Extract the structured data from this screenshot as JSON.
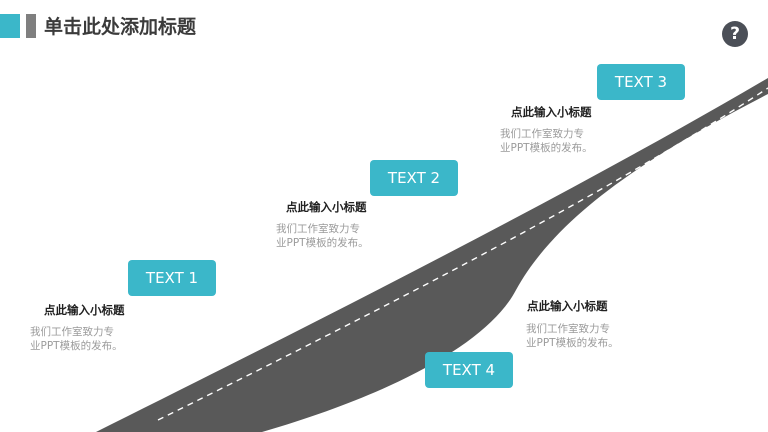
{
  "header": {
    "title": "单击此处添加标题",
    "accent_color": "#3bb7c9",
    "accent_secondary": "#7f7f7f"
  },
  "help_button": {
    "glyph": "?",
    "icon": "question-circle-icon",
    "color": "#4b4f57"
  },
  "road": {
    "color": "#595959",
    "lane_marking_color": "#ffffff"
  },
  "steps": [
    {
      "label": "TEXT 1",
      "subtitle": "点此输入小标题",
      "description_line1": "我们工作室致力专",
      "description_line2": "业PPT模板的发布。"
    },
    {
      "label": "TEXT 2",
      "subtitle": "点此输入小标题",
      "description_line1": "我们工作室致力专",
      "description_line2": "业PPT模板的发布。"
    },
    {
      "label": "TEXT 3",
      "subtitle": "点此输入小标题",
      "description_line1": "我们工作室致力专",
      "description_line2": "业PPT模板的发布。"
    },
    {
      "label": "TEXT 4",
      "subtitle": "点此输入小标题",
      "description_line1": "我们工作室致力专",
      "description_line2": "业PPT模板的发布。"
    }
  ],
  "step_box_color": "#3bb7c9"
}
